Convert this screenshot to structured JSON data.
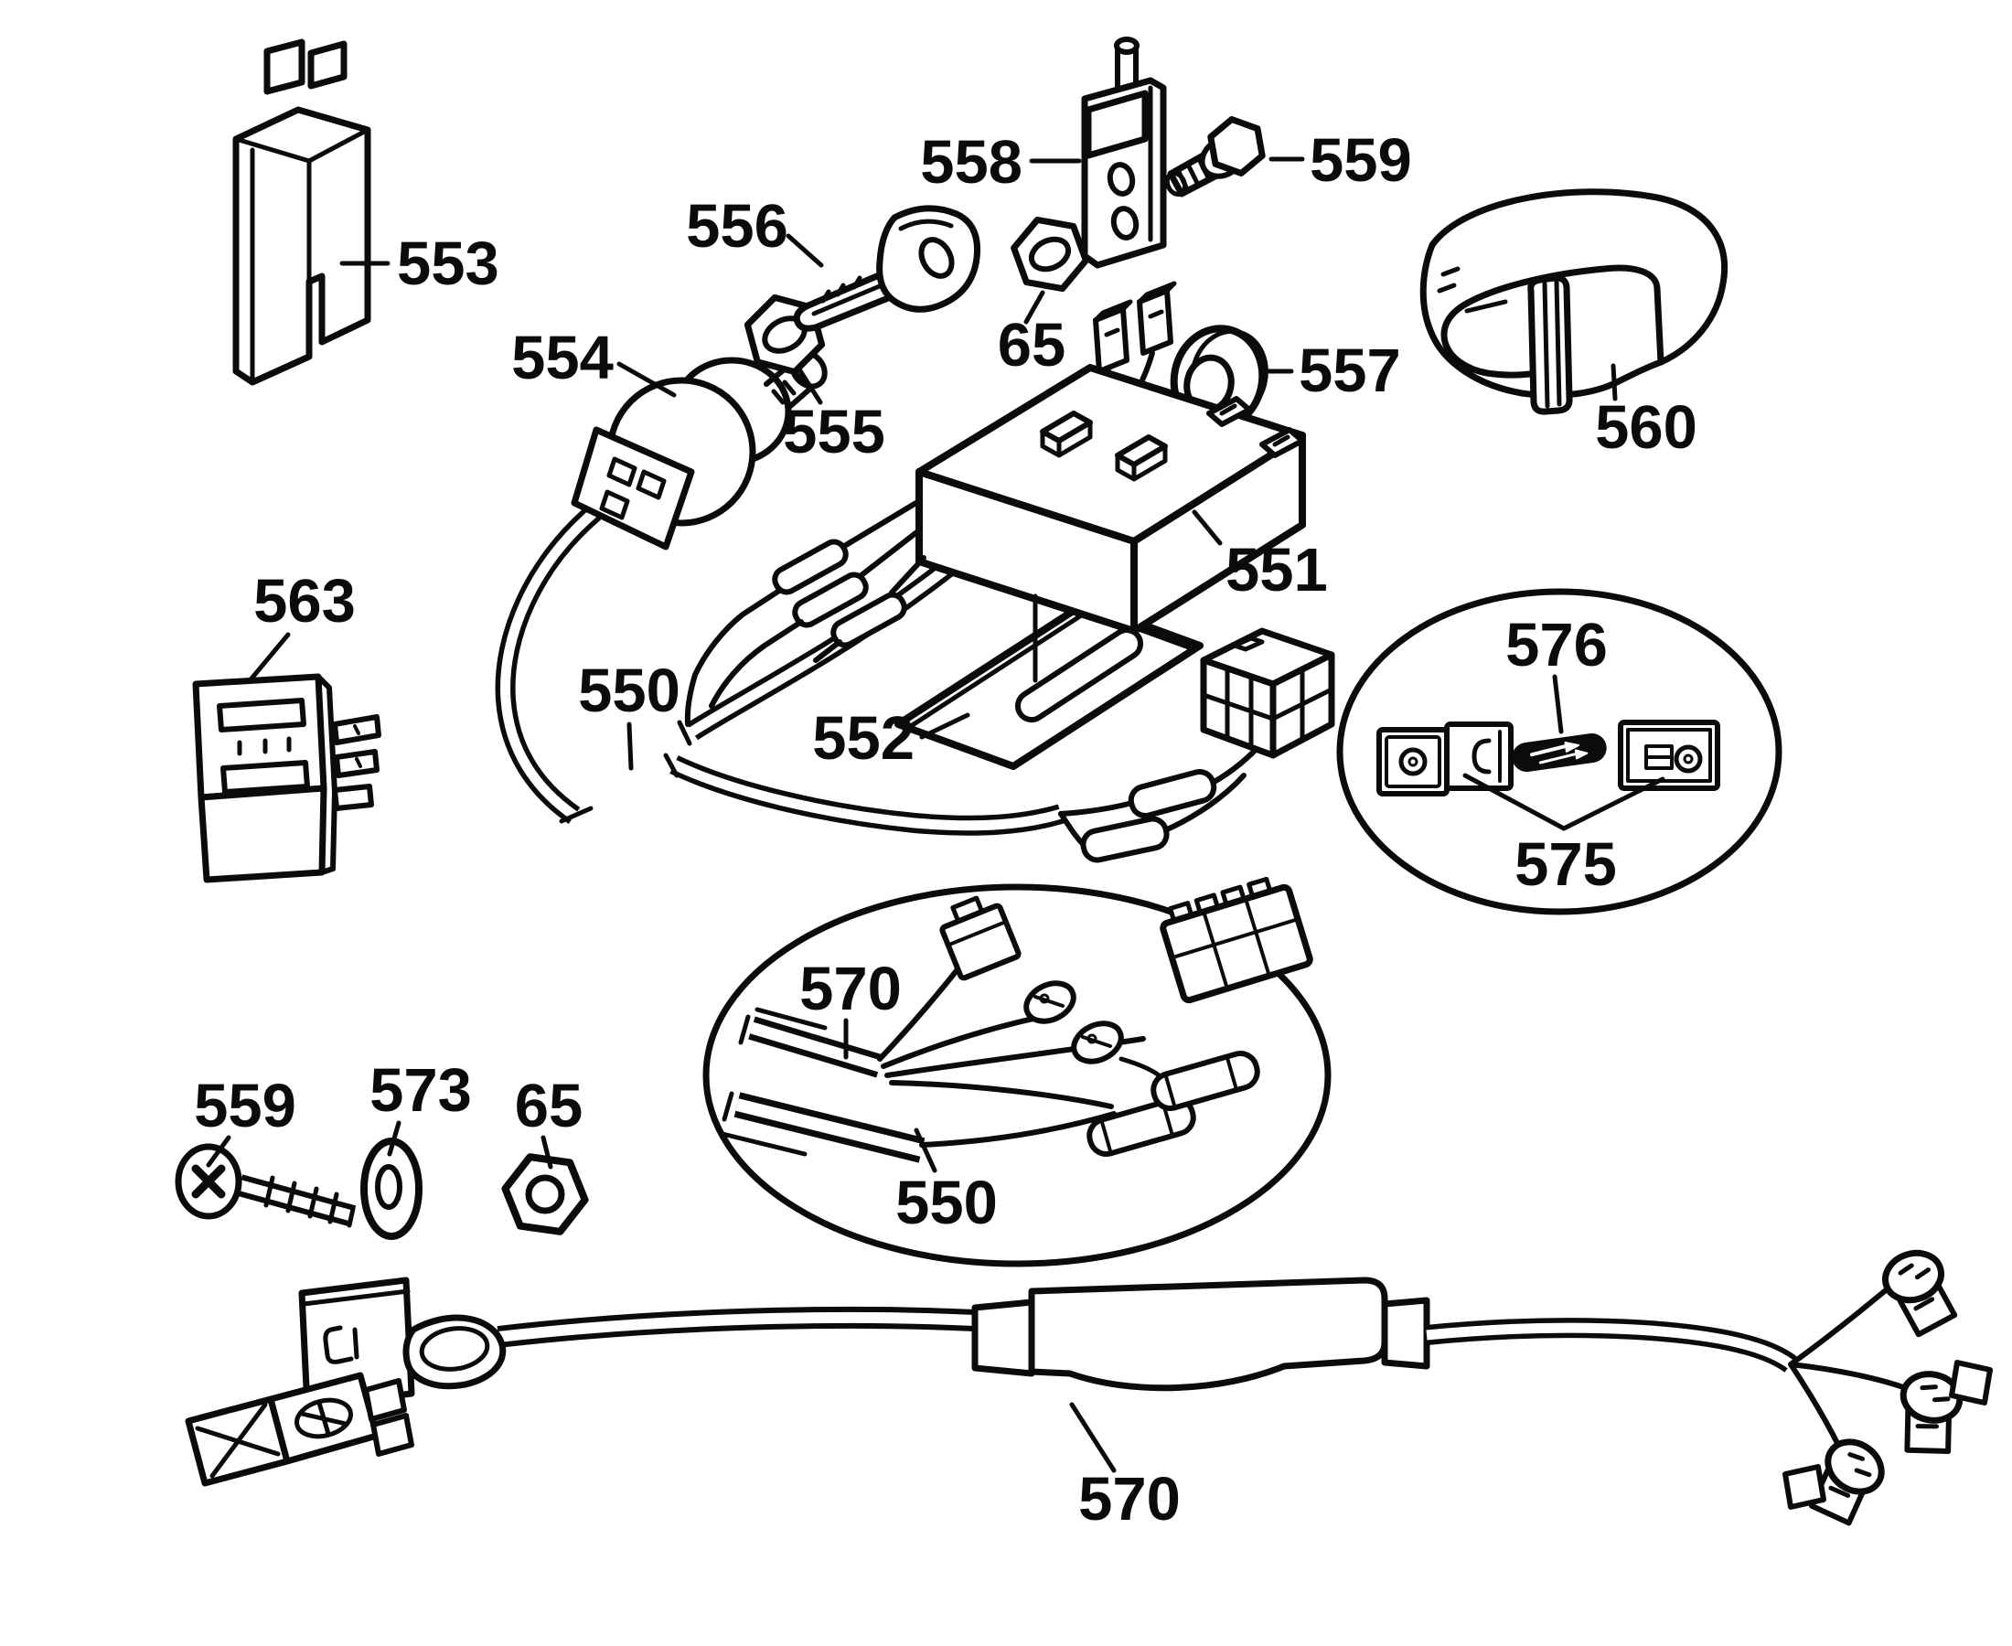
{
  "diagram": {
    "type": "exploded-parts-diagram",
    "colors": {
      "ink": "#0b0b0b",
      "background": "#ffffff"
    },
    "callouts": {
      "c553": "553",
      "c554": "554",
      "c555": "555",
      "c556": "556",
      "c65a": "65",
      "c557": "557",
      "c558": "558",
      "c559a": "559",
      "c560": "560",
      "c551": "551",
      "c552": "552",
      "c550a": "550",
      "c563": "563",
      "c576": "576",
      "c575": "575",
      "c570a": "570",
      "c550b": "550",
      "c559b": "559",
      "c573": "573",
      "c65b": "65",
      "c570b": "570"
    }
  }
}
